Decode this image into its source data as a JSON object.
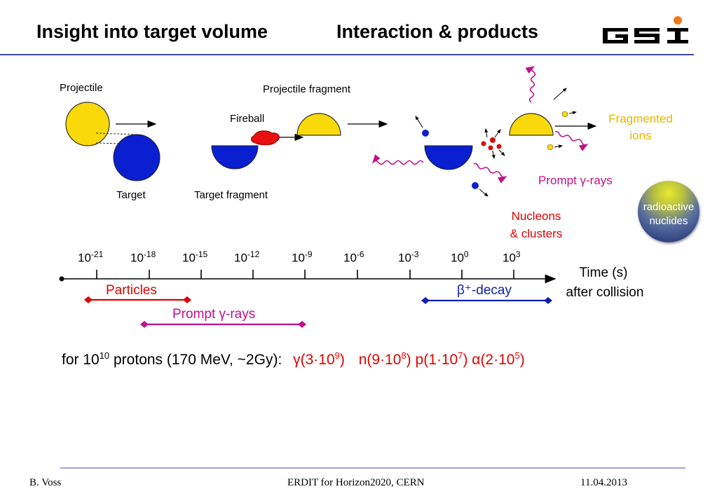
{
  "header": {
    "title_left": "Insight into target volume",
    "title_right": "Interaction & products",
    "logo": "GSI"
  },
  "diagram": {
    "projectile": "Projectile",
    "target": "Target",
    "fireball": "Fireball",
    "projectile_fragment": "Projectile fragment",
    "target_fragment": "Target fragment",
    "fragmented_ions_1": "Fragmented",
    "fragmented_ions_2": "ions",
    "prompt_gamma": "Prompt γ-rays",
    "nucleons_1": "Nucleons",
    "nucleons_2": "& clusters",
    "radioactive_1": "radioactive",
    "radioactive_2": "nuclides"
  },
  "timeline": {
    "ticks": [
      {
        "base": "10",
        "exp": "-21"
      },
      {
        "base": "10",
        "exp": "-18"
      },
      {
        "base": "10",
        "exp": "-15"
      },
      {
        "base": "10",
        "exp": "-12"
      },
      {
        "base": "10",
        "exp": "-9"
      },
      {
        "base": "10",
        "exp": "-6"
      },
      {
        "base": "10",
        "exp": "-3"
      },
      {
        "base": "10",
        "exp": "0"
      },
      {
        "base": "10",
        "exp": "3"
      }
    ],
    "axis_label_1": "Time (s)",
    "axis_label_2": "after collision",
    "particles": "Particles",
    "prompt_gamma": "Prompt γ-rays",
    "beta_decay": "β⁺-decay"
  },
  "yield_line": {
    "prefix": "for 10",
    "prefix_exp": "10",
    "suffix": " protons (170 MeV, ~2Gy):",
    "gamma": "γ(3·10",
    "gamma_exp": "9",
    "gamma_end": ")",
    "n": "n(9·10",
    "n_exp": "8",
    "n_end": ")",
    "p": "p(1·10",
    "p_exp": "7",
    "p_end": ")",
    "alpha": "α(2·10",
    "alpha_exp": "5",
    "alpha_end": ")"
  },
  "footer": {
    "author": "B. Voss",
    "event": "ERDIT for Horizon2020, CERN",
    "date": "11.04.2013"
  },
  "colors": {
    "yellow": "#f9d90a",
    "blue": "#0a1fd0",
    "red": "#e00000",
    "magenta": "#c0108a",
    "rule": "#3b4aa8"
  }
}
